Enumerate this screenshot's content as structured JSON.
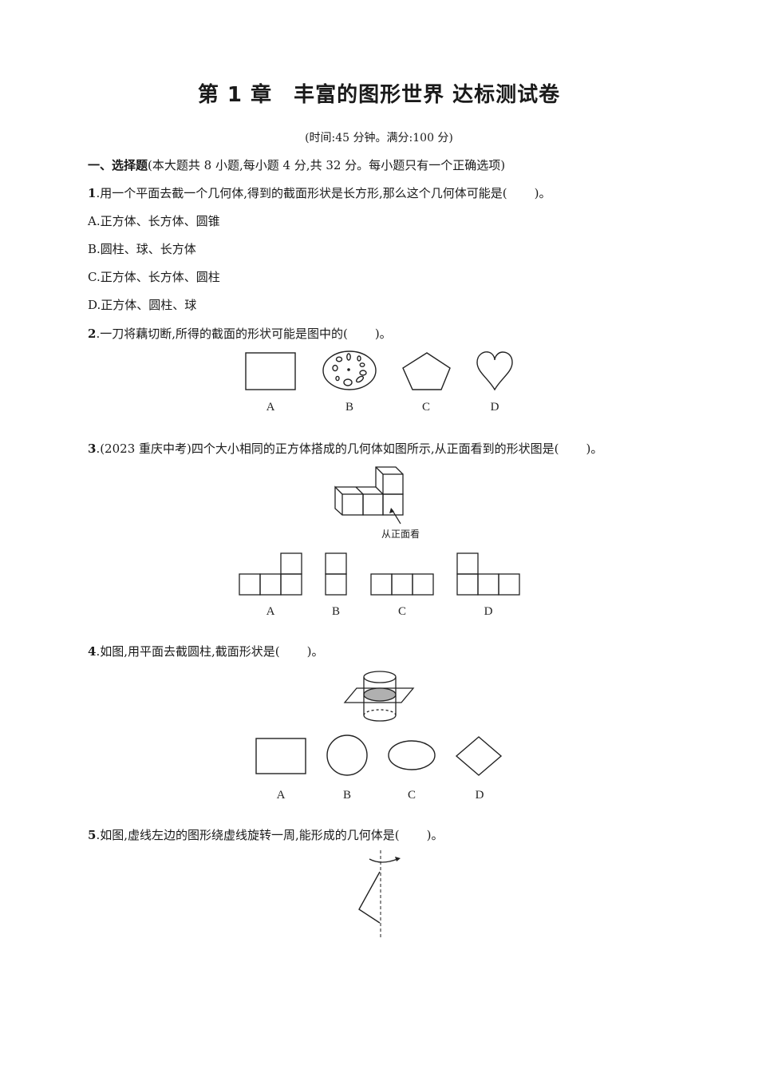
{
  "header": {
    "title": "第 1 章　丰富的图形世界 达标测试卷",
    "subtitle": "(时间:45 分钟。满分:100 分)"
  },
  "section1": {
    "heading": "一、选择题",
    "description": "(本大题共 8 小题,每小题 4 分,共 32 分。每小题只有一个正确选项)"
  },
  "questions": [
    {
      "number": "1",
      "text": ".用一个平面去截一个几何体,得到的截面形状是长方形,那么这个几何体可能是(",
      "tail": ")。",
      "options": [
        "A.正方体、长方体、圆锥",
        "B.圆柱、球、长方体",
        "C.正方体、长方体、圆柱",
        "D.正方体、圆柱、球"
      ]
    },
    {
      "number": "2",
      "text": ".一刀将藕切断,所得的截面的形状可能是图中的(",
      "tail": ")。",
      "figure_labels": [
        "A",
        "B",
        "C",
        "D"
      ],
      "figure_shapes": [
        "rectangle-icon",
        "lotus-root-section-icon",
        "pentagon-icon",
        "heart-icon"
      ]
    },
    {
      "number": "3",
      "text": ".(2023 重庆中考)四个大小相同的正方体搭成的几何体如图所示,从正面看到的形状图是(",
      "tail": ")。",
      "figure_caption": "从正面看",
      "figure_labels": [
        "A",
        "B",
        "C",
        "D"
      ]
    },
    {
      "number": "4",
      "text": ".如图,用平面去截圆柱,截面形状是(",
      "tail": ")。",
      "figure_labels": [
        "A",
        "B",
        "C",
        "D"
      ],
      "figure_shapes": [
        "rectangle-icon",
        "circle-icon",
        "ellipse-icon",
        "diamond-icon"
      ]
    },
    {
      "number": "5",
      "text": ".如图,虚线左边的图形绕虚线旋转一周,能形成的几何体是(",
      "tail": ")。"
    }
  ]
}
